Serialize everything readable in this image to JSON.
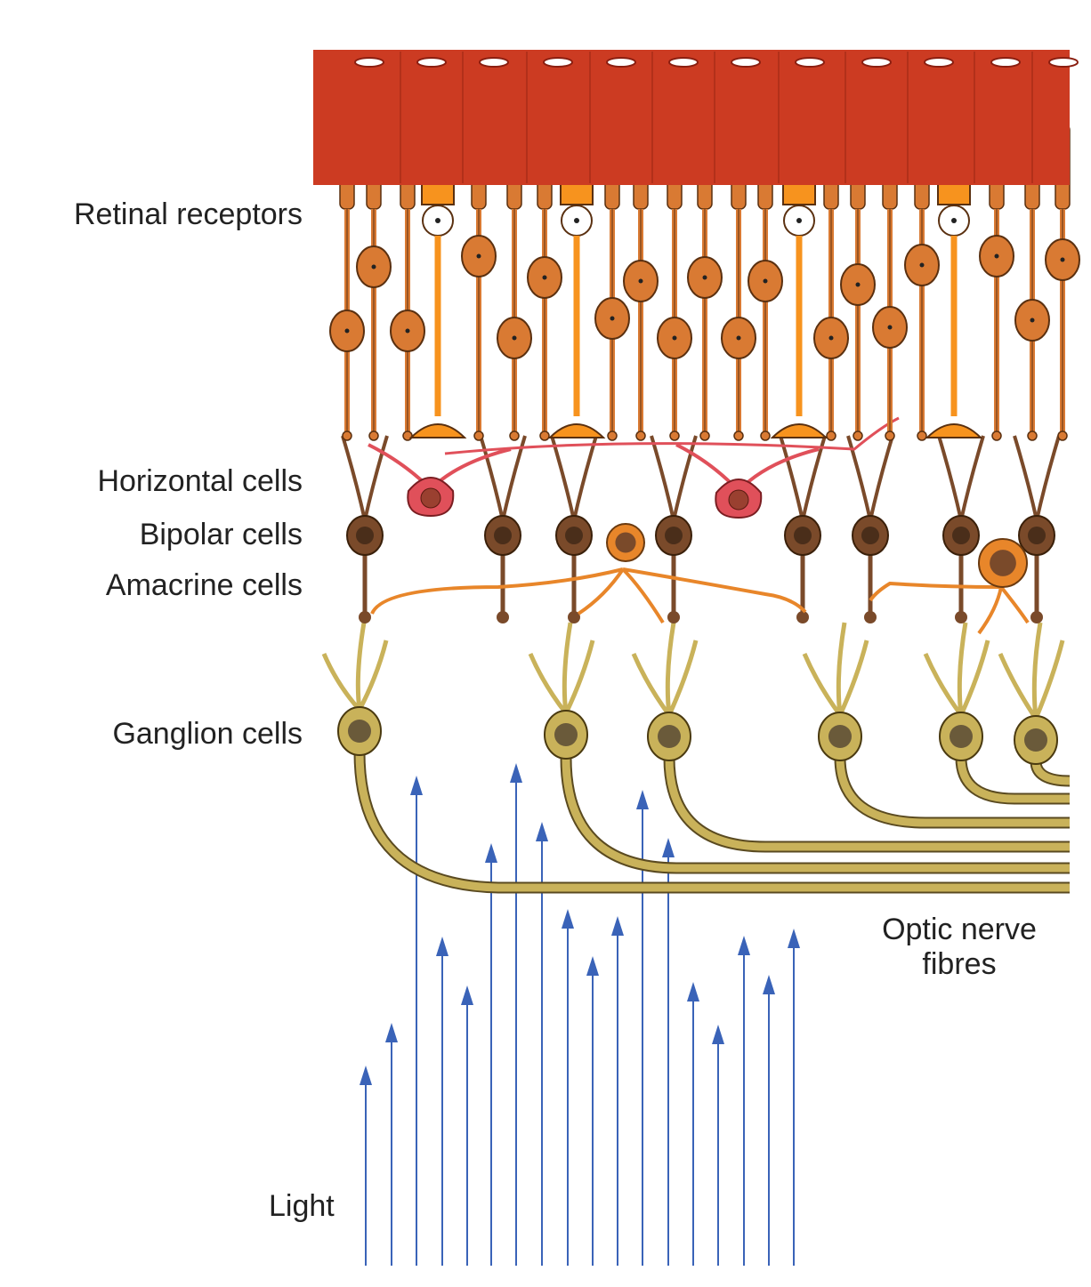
{
  "labels": {
    "retinal_receptors": "Retinal receptors",
    "horizontal_cells": "Horizontal cells",
    "bipolar_cells": "Bipolar cells",
    "amacrine_cells": "Amacrine cells",
    "ganglion_cells": "Ganglion cells",
    "optic_nerve_line1": "Optic nerve",
    "optic_nerve_line2": "fibres",
    "light": "Light"
  },
  "colors": {
    "pigment_layer": "#cc3b22",
    "pigment_dark": "#8a1e10",
    "rod": "#d97a33",
    "rod_outline": "#5a3010",
    "cone": "#f7931e",
    "horizontal_cell": "#e0505a",
    "bipolar_cell": "#7a4a2a",
    "amacrine_cell": "#e8862a",
    "ganglion_cell": "#c9b25a",
    "ganglion_nucleus": "#6a5a3a",
    "light_arrow": "#3a63b8",
    "text": "#222222"
  },
  "icons": {
    "light_arrows": "up-arrow",
    "cells": "neuron"
  }
}
